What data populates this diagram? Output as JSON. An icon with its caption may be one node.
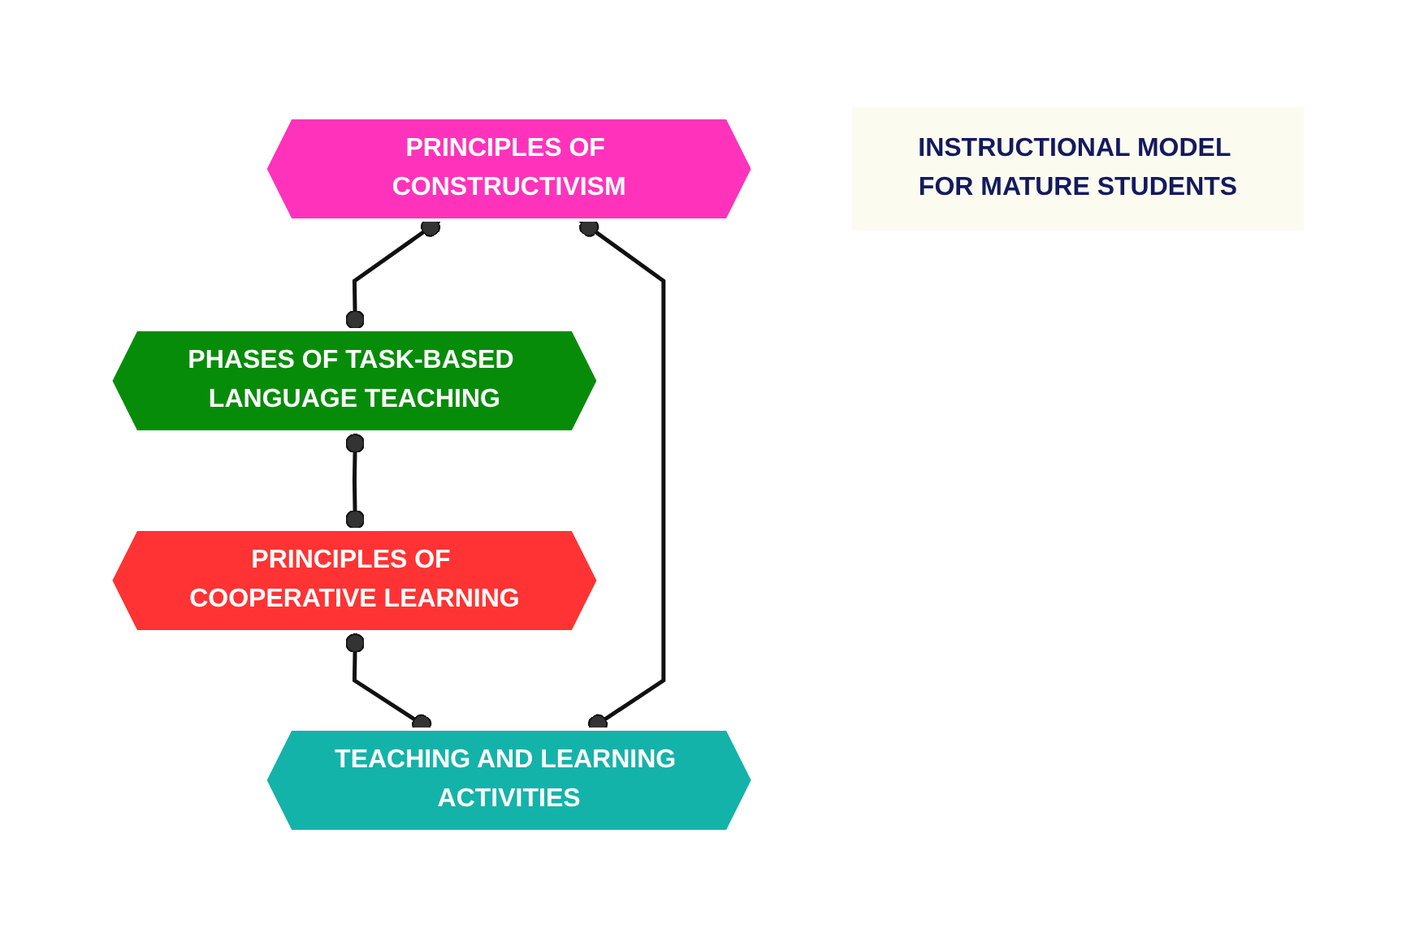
{
  "diagram": {
    "nodes": [
      {
        "text": [
          "PRINCIPLES OF CONSTRUCTIVISM"
        ]
      },
      {
        "text": [
          "TEACHING AND LEARNING ACTIVITIES"
        ]
      },
      {
        "text": [
          "INSTRUCTIONAL MODEL FOR MATURE STUDENTS"
        ]
      },
      {
        "text": [
          "PHASES OF TASK-BASED LANGUAGE TEACHING"
        ]
      },
      {
        "text": [
          "PRINCIPLES OF COOPERATIVE LEARNING"
        ]
      }
    ],
    "edges": [
      {
        "from": 0,
        "to": 3,
        "arrow": "other"
      },
      {
        "from": 3,
        "to": 4,
        "arrow": "other"
      },
      {
        "from": 4,
        "to": 1,
        "arrow": "other"
      },
      {
        "from": 1,
        "to": 0,
        "arrow": "other"
      }
    ]
  }
}
